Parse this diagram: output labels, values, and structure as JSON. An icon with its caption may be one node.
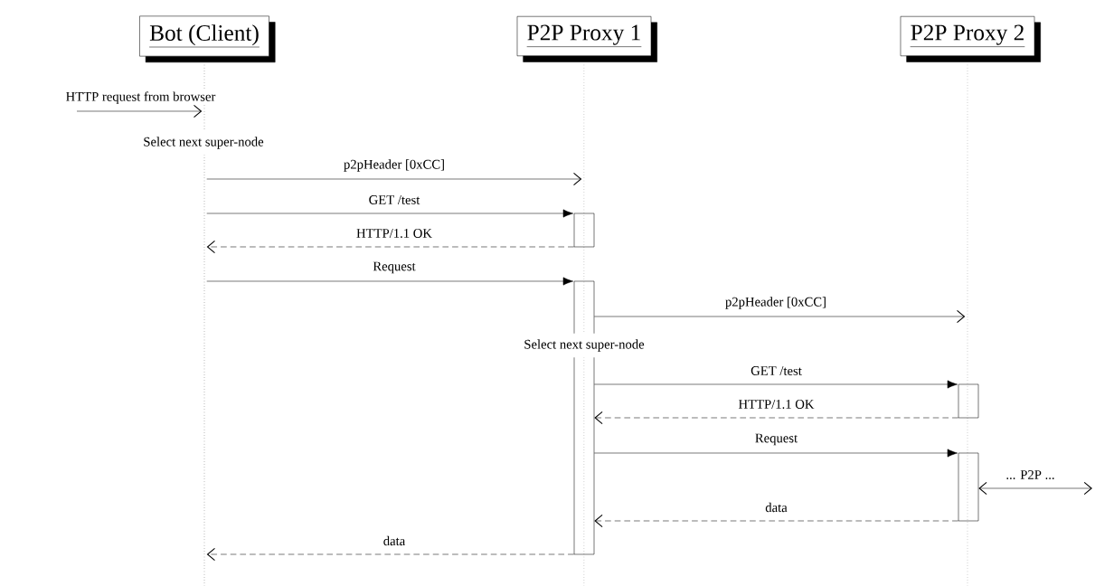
{
  "diagram": {
    "nodes": [
      {
        "text": [
          "Bot (Client)"
        ]
      },
      {
        "text": [
          "P2P Proxy 1"
        ]
      },
      {
        "text": [
          "P2P Proxy 2"
        ]
      },
      {
        "text": [],
        "shape": "line"
      },
      {
        "text": [],
        "shape": "line"
      },
      {
        "text": [],
        "shape": "line"
      },
      {
        "text": [],
        "shape": "bar"
      },
      {
        "text": [],
        "shape": "bar"
      },
      {
        "text": [],
        "shape": "bar"
      },
      {
        "text": [],
        "shape": "bar"
      }
    ],
    "edges": [
      {
        "from": null,
        "to": 3,
        "arrow": "to",
        "label": "HTTP request from browser"
      },
      {
        "from": 3,
        "to": 4,
        "arrow": "to",
        "label": "p2pHeader [0xCC]"
      },
      {
        "from": 3,
        "to": 6,
        "arrow": "to",
        "label": "GET /test"
      },
      {
        "from": 6,
        "to": 3,
        "arrow": "to",
        "label": "HTTP/1.1 OK",
        "style": "dashed"
      },
      {
        "from": 3,
        "to": 7,
        "arrow": "to",
        "label": "Request"
      },
      {
        "from": 7,
        "to": 5,
        "arrow": "to",
        "label": "p2pHeader [0xCC]"
      },
      {
        "from": 7,
        "to": 8,
        "arrow": "to",
        "label": "GET /test"
      },
      {
        "from": 8,
        "to": 7,
        "arrow": "to",
        "label": "HTTP/1.1 OK",
        "style": "dashed"
      },
      {
        "from": 7,
        "to": 9,
        "arrow": "to",
        "label": "Request"
      },
      {
        "from": 9,
        "to": null,
        "arrow": "both",
        "label": "... P2P ..."
      },
      {
        "from": 9,
        "to": 7,
        "arrow": "to",
        "label": "data",
        "style": "dashed"
      },
      {
        "from": 7,
        "to": 3,
        "arrow": "to",
        "label": "data",
        "style": "dashed"
      }
    ],
    "labels": [
      "Select next super-node",
      "Select next super-node"
    ]
  }
}
